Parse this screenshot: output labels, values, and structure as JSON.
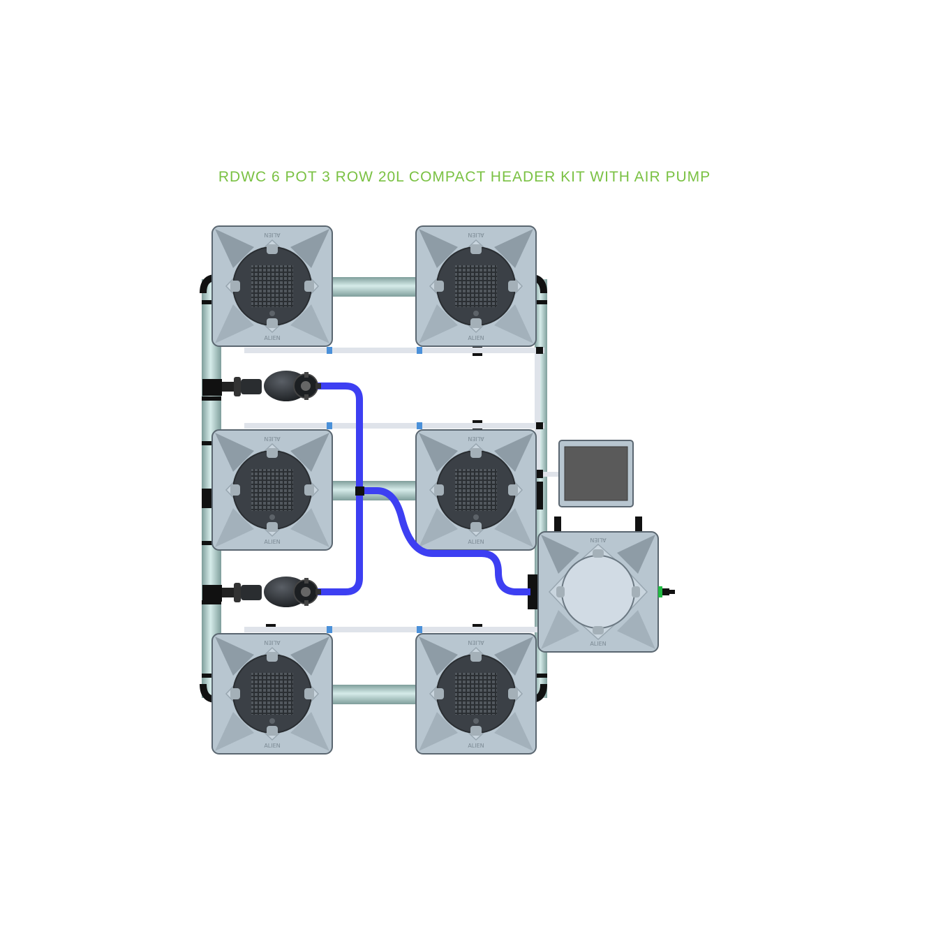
{
  "title": "RDWC 6 POT 3 ROW 20L COMPACT HEADER KIT WITH AIR PUMP",
  "pot_brand": "ALIEN",
  "colors": {
    "title": "#7ac143",
    "pot_body": "#b8c6d0",
    "pot_edge": "#5a6670",
    "net_pot": "#3b4046",
    "pipe": "#a9c7c4",
    "air_line": "#dfe3ea",
    "water_hose": "#3d3ff2",
    "fitting": "#111111",
    "air_pump_panel": "#5a5a5a",
    "outlet_valve": "#22bb44"
  },
  "components": {
    "grow_pots": 6,
    "rows": 3,
    "header_tank": 1,
    "water_pumps": 2,
    "air_pump": 1
  }
}
